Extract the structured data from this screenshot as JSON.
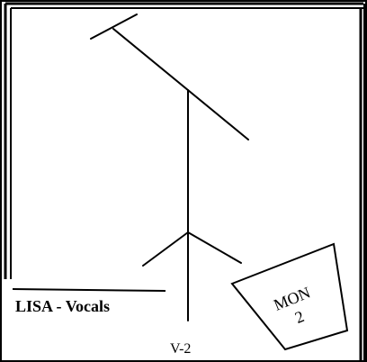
{
  "performer": {
    "label": "LISA - Vocals"
  },
  "input": {
    "label": "V-2"
  },
  "monitor": {
    "line1": "MON",
    "line2": "2"
  },
  "colors": {
    "ink": "#000000",
    "paper": "#ffffff"
  },
  "icons": {
    "stand": "boom-mic-stand-icon",
    "wedge": "monitor-wedge-icon"
  }
}
